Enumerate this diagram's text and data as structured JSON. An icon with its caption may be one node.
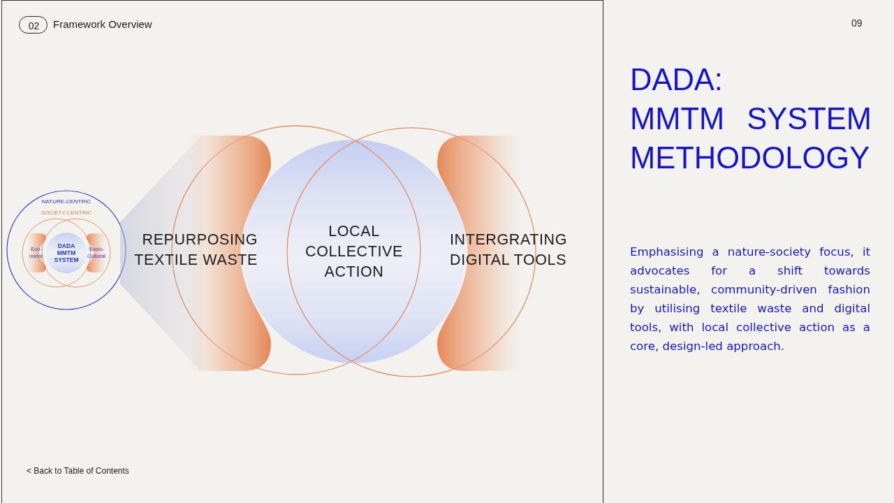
{
  "diagram": {
    "title": "DADA: MMTM SYSTEM METHODOLOGY",
    "nodes": [
      {
        "text": [
          "02"
        ],
        "beside": [
          "Framework Overview"
        ]
      },
      {
        "text": [
          "NATURE-CENTRIC"
        ]
      },
      {
        "text": [
          "SOCIETY-CENTRIC"
        ],
        "in": 1
      },
      {
        "text": [
          "Eco-nomic"
        ],
        "in": 2
      },
      {
        "text": [
          "DADA MMTM SYSTEM"
        ],
        "in": 2
      },
      {
        "text": [
          "Socio-Cultural"
        ],
        "in": 2
      },
      {
        "text": [
          "REPURPOSING TEXTILE WASTE"
        ]
      },
      {
        "text": [
          "LOCAL COLLECTIVE ACTION"
        ]
      },
      {
        "text": [
          "INTERGRATING DIGITAL TOOLS"
        ]
      }
    ],
    "labels": [
      "09",
      "Emphasising a nature-society focus, it advocates for a shift towards sustainable, community-driven fashion by utilising textile waste and digital tools, with local collective action as a core, design-led approach.",
      "< Back to Table of Contents"
    ]
  }
}
